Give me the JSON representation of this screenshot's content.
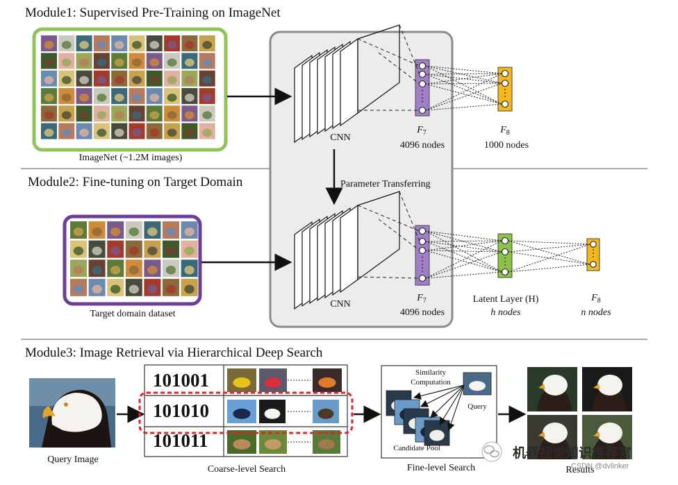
{
  "module1": {
    "title": "Module1: Supervised Pre-Training on ImageNet",
    "dataset_label": "ImageNet (~1.2M images)",
    "cnn_label": "CNN",
    "f7_symbol": "F",
    "f7_subscript": "7",
    "f7_nodes": "4096 nodes",
    "f8_symbol": "F",
    "f8_subscript": "8",
    "f8_nodes": "1000 nodes"
  },
  "transfer_label": "Parameter Transferring",
  "module2": {
    "title": "Module2: Fine-tuning on Target Domain",
    "dataset_label": "Target domain dataset",
    "cnn_label": "CNN",
    "f7_symbol": "F",
    "f7_subscript": "7",
    "f7_nodes": "4096 nodes",
    "latent_label": "Latent Layer (H)",
    "latent_nodes": "h nodes",
    "f8_symbol": "F",
    "f8_subscript": "8",
    "f8_nodes": "n nodes"
  },
  "module3": {
    "title": "Module3: Image Retrieval via Hierarchical Deep Search",
    "query_label": "Query Image",
    "codes": [
      "101001",
      "101010",
      "101011"
    ],
    "coarse_label": "Coarse-level Search",
    "similarity_label_1": "Similarity",
    "similarity_label_2": "Computation",
    "query_small": "Query",
    "candidate_label": "Candidate Pool",
    "fine_label": "Fine-level Search",
    "results_label": "Results"
  },
  "watermark": {
    "csdn": "CSDN @dvlinker",
    "wechat": "机器视觉知识推荐官"
  },
  "colors": {
    "imagenet_border": "#92c35a",
    "target_border": "#6b3f99",
    "f7_fill": "#a07fc7",
    "f8_fill": "#f5b81c",
    "latent_fill": "#8cc24a",
    "panel_fill": "#ececec",
    "panel_border": "#8a8a8a",
    "dashed_red": "#d9272e"
  }
}
